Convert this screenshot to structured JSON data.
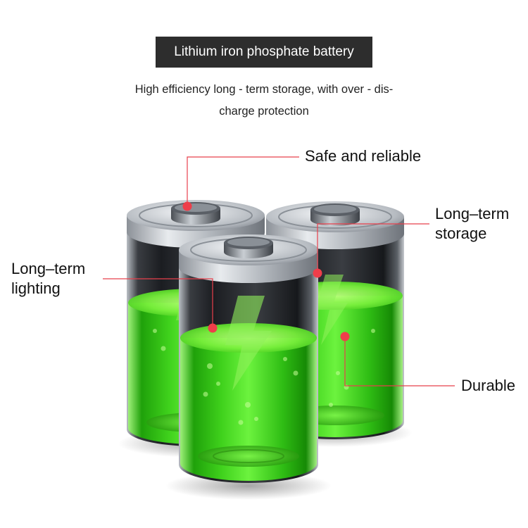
{
  "header": {
    "title": "Lithium iron phosphate battery",
    "subtitle_line1": "High efficiency long - term storage, with over - dis-",
    "subtitle_line2": "charge protection"
  },
  "callouts": {
    "safe": "Safe and reliable",
    "storage_line1": "Long–term",
    "storage_line2": "storage",
    "lighting_line1": "Long–term",
    "lighting_line2": "lighting",
    "durable": "Durable"
  },
  "colors": {
    "title_bg": "#2d2d2d",
    "callout_line": "#e8404c",
    "callout_dot": "#ee3e4a",
    "charge_green": "#5fe62e",
    "liquid_green": "#3fcf1f"
  },
  "icons": [
    "lightning-bolt-icon"
  ]
}
